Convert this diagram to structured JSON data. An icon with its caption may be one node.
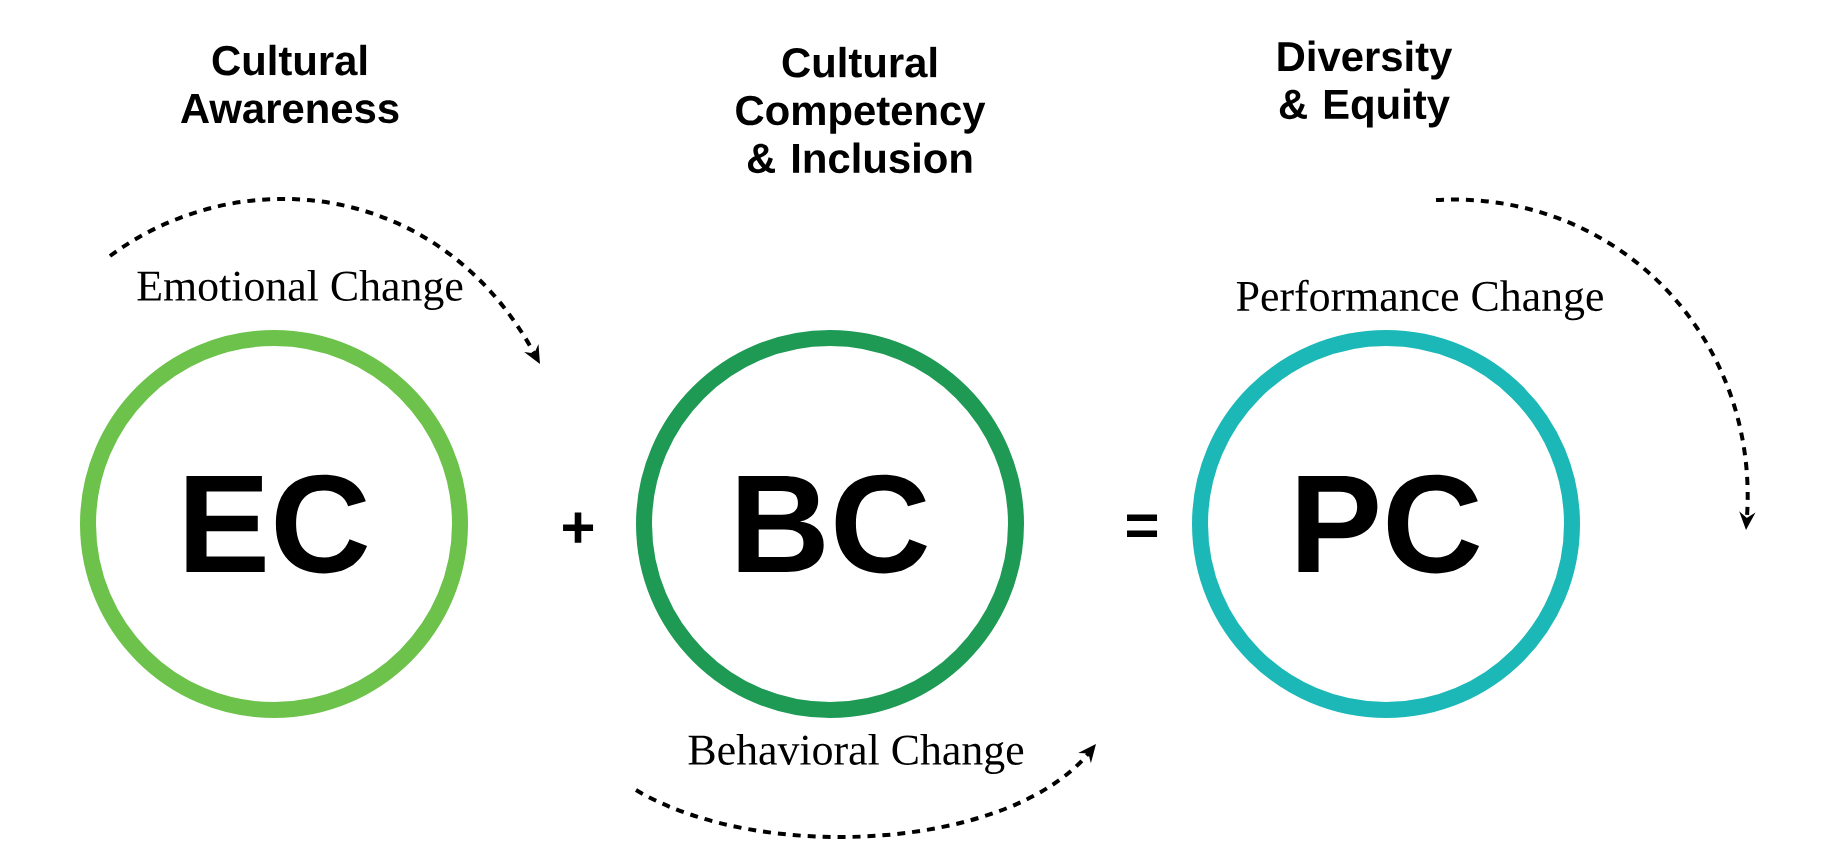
{
  "diagram": {
    "nodes": [
      {
        "text": [
          "Cultural Awareness"
        ]
      },
      {
        "text": [
          "EC"
        ],
        "beside": [
          "Emotional Change"
        ]
      },
      {
        "text": [
          "Cultural Competency & Inclusion"
        ]
      },
      {
        "text": [
          "BC"
        ],
        "beside": [
          "Behavioral Change"
        ]
      },
      {
        "text": [
          "Diversity & Equity"
        ]
      },
      {
        "text": [
          "PC"
        ],
        "beside": [
          "Performance Change"
        ]
      }
    ],
    "labels": [
      "+",
      "="
    ]
  }
}
